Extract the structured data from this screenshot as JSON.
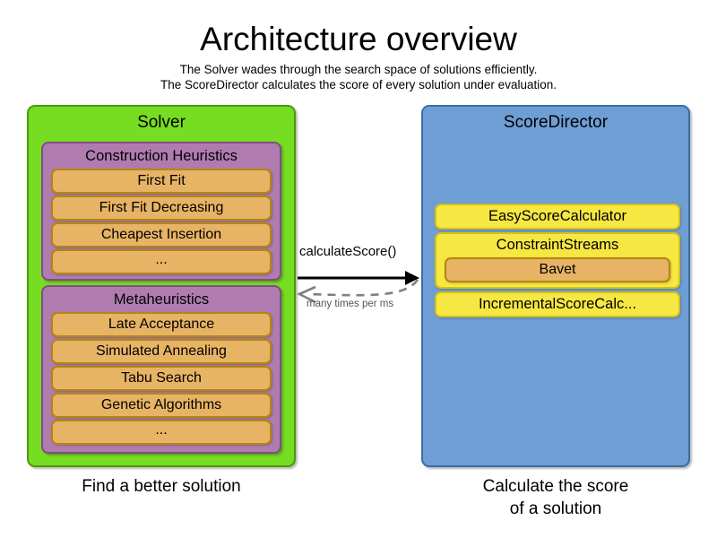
{
  "header": {
    "title": "Architecture overview",
    "subtitle_line1": "The Solver wades through the search space of solutions efficiently.",
    "subtitle_line2": "The ScoreDirector calculates the score of every solution under evaluation."
  },
  "solver": {
    "title": "Solver",
    "caption": "Find a better solution",
    "groups": [
      {
        "title": "Construction Heuristics",
        "items": [
          {
            "label": "First Fit"
          },
          {
            "label": "First Fit Decreasing"
          },
          {
            "label": "Cheapest Insertion"
          },
          {
            "label": "..."
          }
        ]
      },
      {
        "title": "Metaheuristics",
        "items": [
          {
            "label": "Late Acceptance"
          },
          {
            "label": "Simulated Annealing"
          },
          {
            "label": "Tabu Search"
          },
          {
            "label": "Genetic Algorithms"
          },
          {
            "label": "..."
          }
        ]
      }
    ]
  },
  "scoredirector": {
    "title": "ScoreDirector",
    "caption_line1": "Calculate the score",
    "caption_line2": "of a solution",
    "calculators": [
      {
        "label": "EasyScoreCalculator"
      },
      {
        "label": "ConstraintStreams",
        "child": "Bavet"
      },
      {
        "label": "IncrementalScoreCalc..."
      }
    ]
  },
  "arrows": {
    "forward_label": "calculateScore()",
    "backward_label": "many times per ms",
    "forward_icon": "arrow-right-icon",
    "backward_icon": "arrow-left-dashed-icon"
  },
  "colors": {
    "solver_green": "#77dd22",
    "solver_green_border": "#4e9a06",
    "group_purple": "#b07cb0",
    "group_purple_border": "#7d4f82",
    "item_orange": "#e7b365",
    "item_orange_border": "#b5860c",
    "scoredirector_blue": "#6e9ed4",
    "scoredirector_blue_border": "#3a6ea5",
    "calc_yellow": "#f7e742",
    "calc_yellow_border": "#d4c01a",
    "arrow_solid": "#000000",
    "arrow_dashed": "#808080"
  }
}
